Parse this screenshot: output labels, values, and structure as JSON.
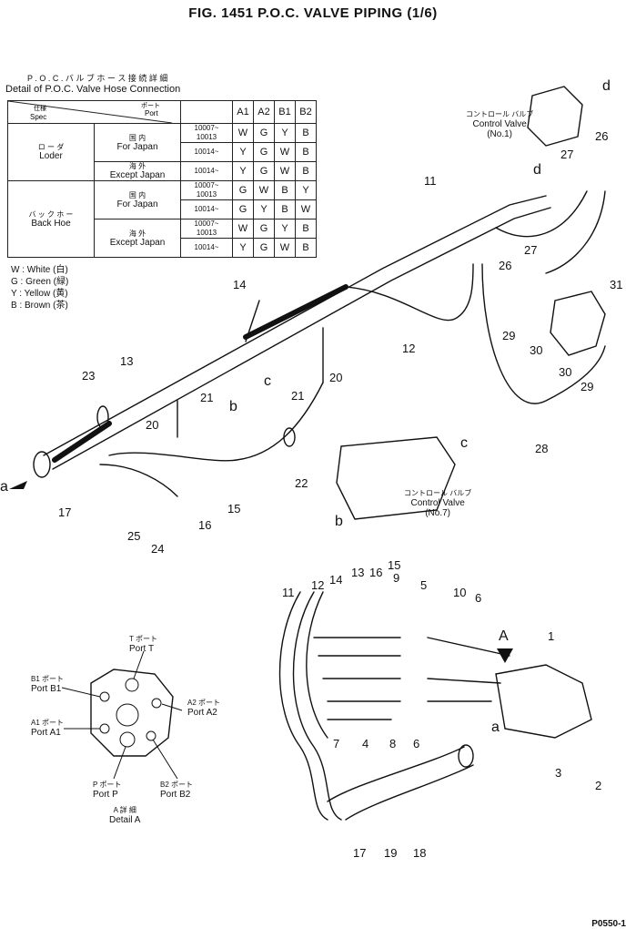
{
  "title": "FIG. 1451  P.O.C. VALVE PIPING (1/6)",
  "detail_hose": {
    "jp": "P . O . C .  バ ル ブ  ホ ー ス  接 続 詳 細",
    "en": "Detail of P.O.C. Valve Hose Connection"
  },
  "table": {
    "spec_jp": "仕様",
    "spec_en": "Spec",
    "port_jp": "ポート",
    "port_en": "Port",
    "ports": [
      "A1",
      "A2",
      "B1",
      "B2"
    ],
    "groups": [
      {
        "jp": "ロ ー ダ",
        "en": "Loder",
        "subs": [
          {
            "jp": "国 内",
            "en": "For Japan",
            "rows": [
              {
                "serial": "10007~\n10013",
                "vals": [
                  "W",
                  "G",
                  "Y",
                  "B"
                ]
              },
              {
                "serial": "10014~",
                "vals": [
                  "Y",
                  "G",
                  "W",
                  "B"
                ]
              }
            ]
          }
        ],
        "extra_sub": {
          "jp": "海 外",
          "en": "Except Japan"
        }
      },
      {
        "jp": "バ ッ ク  ホ ー",
        "en": "Back Hoe",
        "subs": [
          {
            "jp": "国 内",
            "en": "For Japan",
            "rows": [
              {
                "serial": "10007~\n10013",
                "vals": [
                  "G",
                  "W",
                  "B",
                  "Y"
                ]
              },
              {
                "serial": "10014~",
                "vals": [
                  "G",
                  "Y",
                  "B",
                  "W"
                ]
              }
            ]
          },
          {
            "jp": "海 外",
            "en": "Except Japan",
            "rows": [
              {
                "serial": "10007~\n10013",
                "vals": [
                  "W",
                  "G",
                  "Y",
                  "B"
                ]
              },
              {
                "serial": "10014~",
                "vals": [
                  "Y",
                  "G",
                  "W",
                  "B"
                ]
              }
            ]
          }
        ]
      }
    ]
  },
  "legend": [
    "W : White (白)",
    "G : Green (緑)",
    "Y : Yellow (黄)",
    "B : Brown (茶)"
  ],
  "control_valve_1": {
    "jp": "コントロール  バルブ",
    "en": "Control Valve",
    "no": "(No.1)"
  },
  "control_valve_7": {
    "jp": "コントロール  バルブ",
    "en": "Control Valve",
    "no": "(No.7)"
  },
  "detail_a": {
    "port_t_jp": "T ポート",
    "port_t": "Port T",
    "port_b1_jp": "B1 ポート",
    "port_b1": "Port B1",
    "port_a1_jp": "A1 ポート",
    "port_a1": "Port A1",
    "port_a2_jp": "A2 ポート",
    "port_a2": "Port A2",
    "port_p_jp": "P ポート",
    "port_p": "Port P",
    "port_b2_jp": "B2 ポート",
    "port_b2": "Port B2",
    "caption_jp": "A 詳 細",
    "caption": "Detail A"
  },
  "callouts_top": [
    "d",
    "26",
    "27",
    "d",
    "11",
    "27",
    "26",
    "31",
    "14",
    "12",
    "29",
    "30",
    "30",
    "29",
    "28",
    "20",
    "c",
    "21",
    "13",
    "23",
    "21",
    "b",
    "20",
    "c",
    "22",
    "a",
    "17",
    "15",
    "16",
    "25",
    "24",
    "b"
  ],
  "callouts_bottom": [
    "15",
    "16",
    "13",
    "14",
    "12",
    "9",
    "5",
    "10",
    "6",
    "11",
    "A",
    "1",
    "7",
    "4",
    "8",
    "6",
    "a",
    "3",
    "2",
    "17",
    "19",
    "18"
  ],
  "corner_code": "P0550-1"
}
